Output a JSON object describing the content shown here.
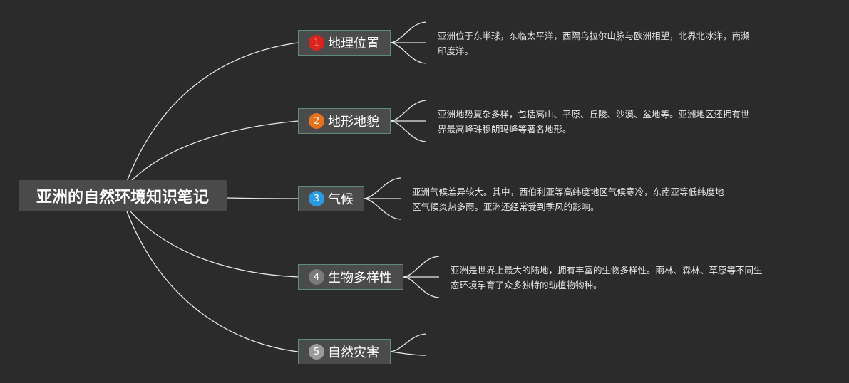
{
  "root": {
    "title": "亚洲的自然环境知识笔记"
  },
  "branches": [
    {
      "number": "1",
      "label": "地理位置",
      "badge_color": "#d9261c",
      "note_lines": [
        "亚洲位于东半球，东临太平洋，西隔乌拉尔山脉与欧洲相望，北界北冰洋，南濒",
        "印度洋。"
      ]
    },
    {
      "number": "2",
      "label": "地形地貌",
      "badge_color": "#e8711c",
      "note_lines": [
        "亚洲地势复杂多样，包括高山、平原、丘陵、沙漠、盆地等。亚洲地区还拥有世",
        "界最高峰珠穆朗玛峰等著名地形。"
      ]
    },
    {
      "number": "3",
      "label": "气候",
      "badge_color": "#2a9be0",
      "note_lines": [
        "亚洲气候差异较大。其中，西伯利亚等高纬度地区气候寒冷，东南亚等低纬度地",
        "区气候炎热多雨。亚洲还经常受到季风的影响。"
      ]
    },
    {
      "number": "4",
      "label": "生物多样性",
      "badge_color": "#7a7a7a",
      "note_lines": [
        "亚洲是世界上最大的陆地，拥有丰富的生物多样性。雨林、森林、草原等不同生",
        "态环境孕育了众多独特的动植物物种。"
      ]
    },
    {
      "number": "5",
      "label": "自然灾害",
      "badge_color": "#9a9a9a",
      "note_lines": []
    }
  ]
}
